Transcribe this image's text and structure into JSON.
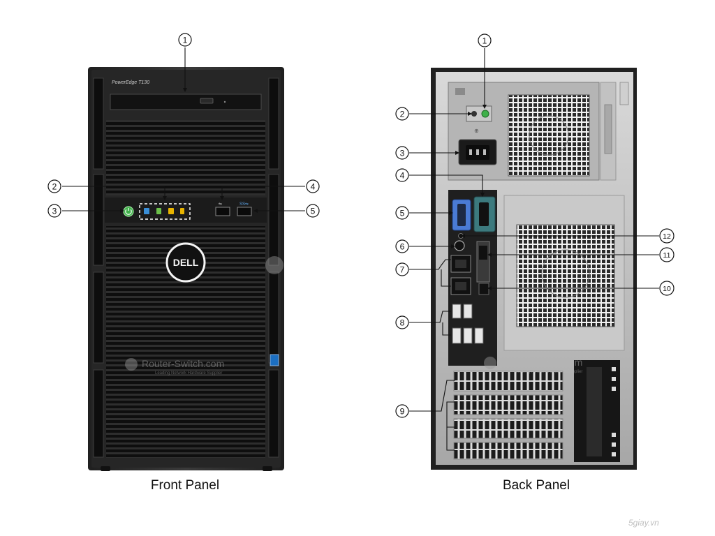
{
  "front": {
    "caption": "Front Panel",
    "model": "PowerEdge T130",
    "logo": "DELL",
    "callouts": [
      "1",
      "2",
      "3",
      "4",
      "5"
    ]
  },
  "back": {
    "caption": "Back Panel",
    "callouts": [
      "1",
      "2",
      "3",
      "4",
      "5",
      "6",
      "7",
      "8",
      "9",
      "10",
      "11",
      "12"
    ]
  },
  "watermark": {
    "brand": "Router-Switch.com",
    "tagline": "Leading Network Hardware Supplier",
    "site": "5giay.vn"
  },
  "colors": {
    "chassis": "#2b2b2b",
    "bezel": "#1a1a1a",
    "metal": "#9a9a9a",
    "power_led": "#3fb04a",
    "led_blue": "#3a8fd8",
    "led_green": "#6cc04a",
    "led_amber": "#e8b400"
  }
}
